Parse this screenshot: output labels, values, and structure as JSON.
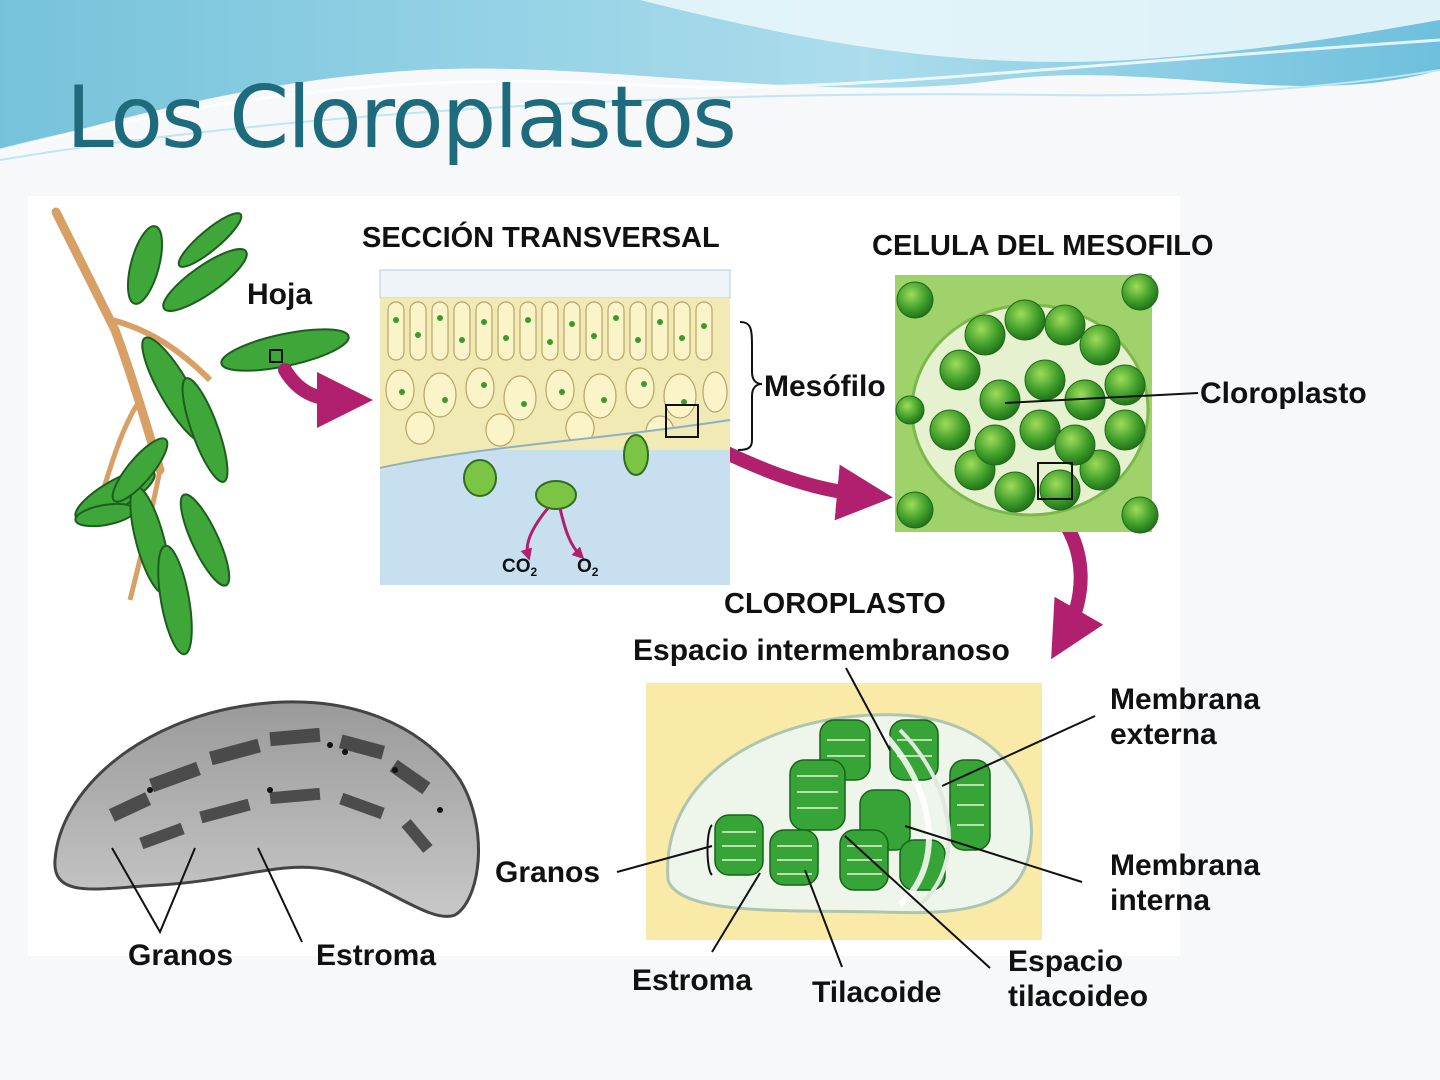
{
  "slide": {
    "title": "Los Cloroplastos"
  },
  "diagram": {
    "headings": {
      "cross_section": "SECCIÓN TRANSVERSAL",
      "mesophyll_cell": "CELULA DEL MESOFILO",
      "chloroplast": "CLOROPLASTO"
    },
    "labels": {
      "leaf": "Hoja",
      "mesophyll": "Mesófilo",
      "chloroplast": "Cloroplasto",
      "co2": "CO",
      "co2_subscript": "2",
      "o2": "O",
      "o2_subscript": "2",
      "intermembrane_space": "Espacio intermembranoso",
      "outer_membrane_line1": "Membrana",
      "outer_membrane_line2": "externa",
      "inner_membrane_line1": "Membrana",
      "inner_membrane_line2": "interna",
      "grana_3d": "Granos",
      "stroma_3d": "Estroma",
      "thylakoid": "Tilacoide",
      "thylakoid_space_line1": "Espacio",
      "thylakoid_space_line2": "tilacoideo",
      "grana_micrograph": "Granos",
      "stroma_micrograph": "Estroma"
    }
  }
}
